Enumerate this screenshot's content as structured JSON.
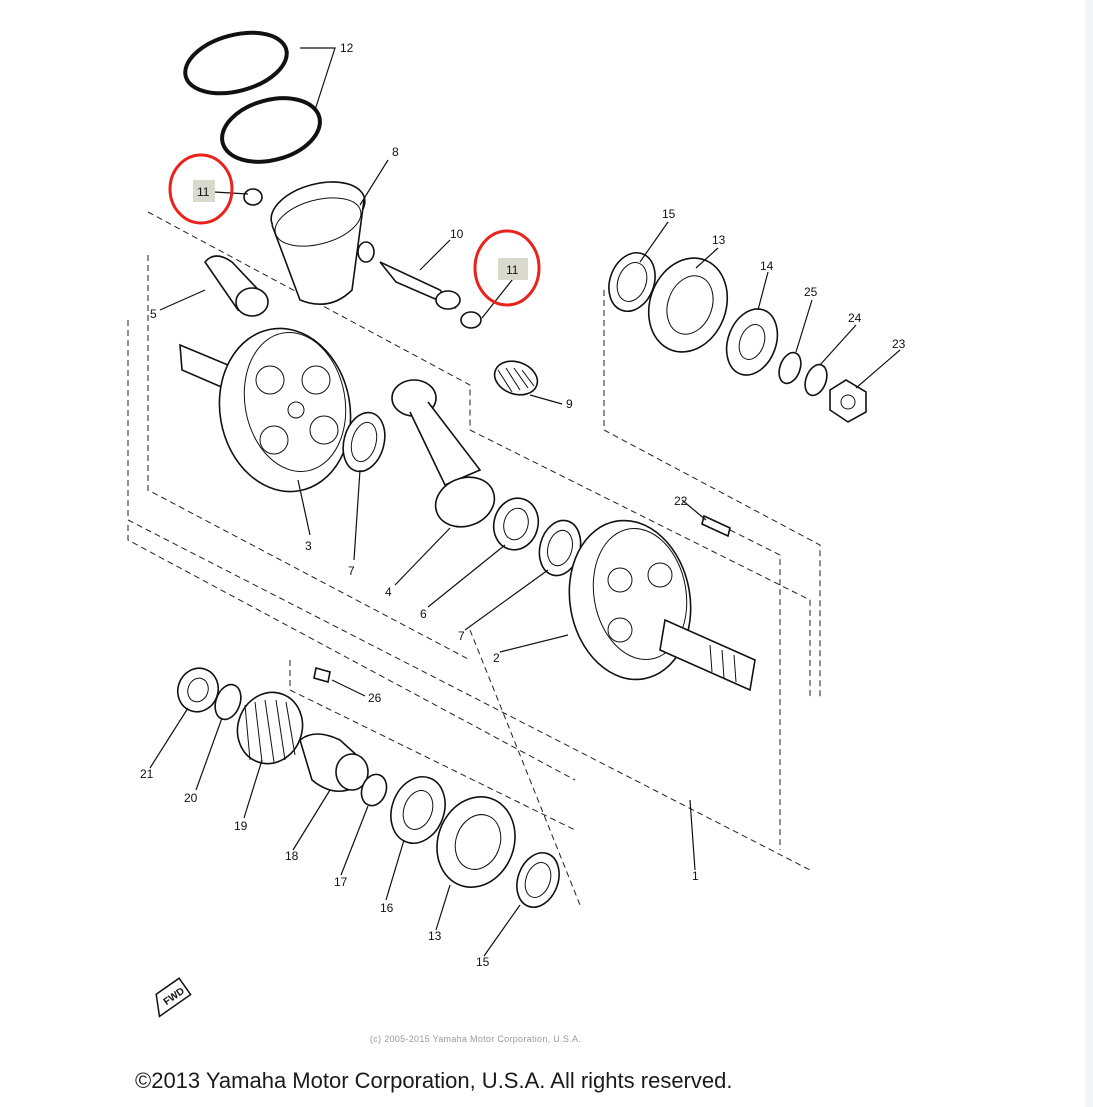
{
  "callouts": {
    "c1": "1",
    "c2": "2",
    "c3": "3",
    "c4": "4",
    "c5": "5",
    "c6a": "6",
    "c7a": "7",
    "c7b": "7",
    "c8": "8",
    "c9": "9",
    "c10": "10",
    "c11a": "11",
    "c11b": "11",
    "c12": "12",
    "c13a": "13",
    "c13b": "13",
    "c14": "14",
    "c15a": "15",
    "c15b": "15",
    "c16": "16",
    "c17": "17",
    "c18": "18",
    "c19": "19",
    "c20": "20",
    "c21": "21",
    "c22": "22",
    "c23": "23",
    "c24": "24",
    "c25": "25",
    "c26": "26"
  },
  "fwd_mark": "FWD",
  "highlight_color": "#e8231c",
  "watermark": "(c) 2005-2015 Yamaha Motor Corporation, U.S.A.",
  "copyright": "©2013 Yamaha Motor Corporation, U.S.A. All rights reserved."
}
